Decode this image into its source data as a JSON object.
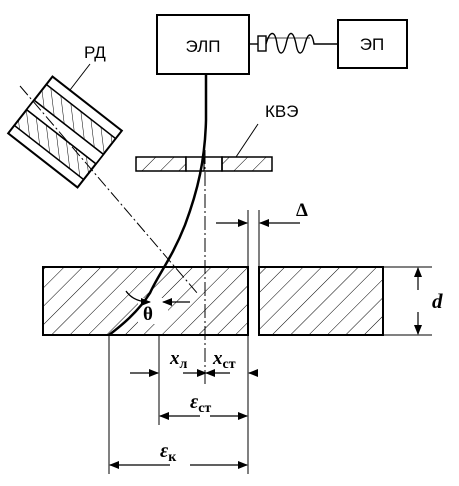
{
  "blocks": {
    "elp": "ЭЛП",
    "ep": "ЭП",
    "rd": "РД",
    "kve": "КВЭ"
  },
  "symbols": {
    "delta": "Δ",
    "d": "d",
    "theta": "θ",
    "x_l": "x",
    "x_l_sub": "л",
    "x_st": "x",
    "x_st_sub": "ст",
    "eps_st": "ε",
    "eps_st_sub": "ст",
    "eps_k": "ε",
    "eps_k_sub": "к"
  }
}
